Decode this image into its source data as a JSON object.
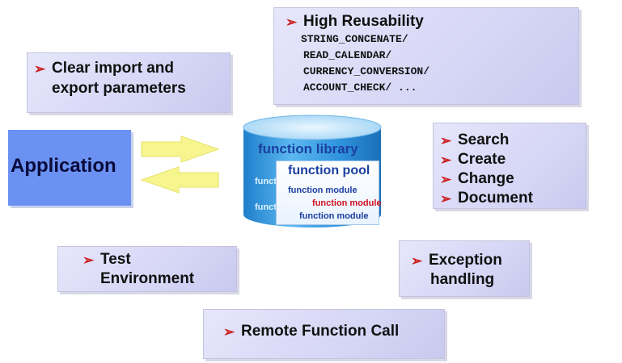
{
  "application": {
    "label": "Application"
  },
  "clear_box": {
    "lines": [
      "Clear import and",
      "export  parameters"
    ]
  },
  "reuse_box": {
    "title": "High Reusability",
    "examples": [
      "STRING_CONCENATE/",
      "READ_CALENDAR/",
      "CURRENCY_CONVERSION/",
      "ACCOUNT_CHECK/ ..."
    ]
  },
  "actions_box": {
    "items": [
      "Search",
      "Create",
      "Change",
      "Document"
    ]
  },
  "test_box": {
    "lines": [
      "Test",
      "Environment"
    ]
  },
  "exception_box": {
    "lines": [
      "Exception",
      "handling"
    ]
  },
  "rfc_box": {
    "label": "Remote Function Call"
  },
  "library": {
    "title": "function library",
    "pool_title": "function pool",
    "modules": [
      "function module",
      "function module",
      "function module"
    ],
    "stub_text": "funct",
    "stub_text_2": "funct"
  },
  "colors": {
    "accent": "#cc2020",
    "box": "#dcdcf7",
    "application": "#6b92f2",
    "arrow": "#f7f58e",
    "cylinder": "#3a9de0",
    "library_text": "#1a3fa0"
  }
}
